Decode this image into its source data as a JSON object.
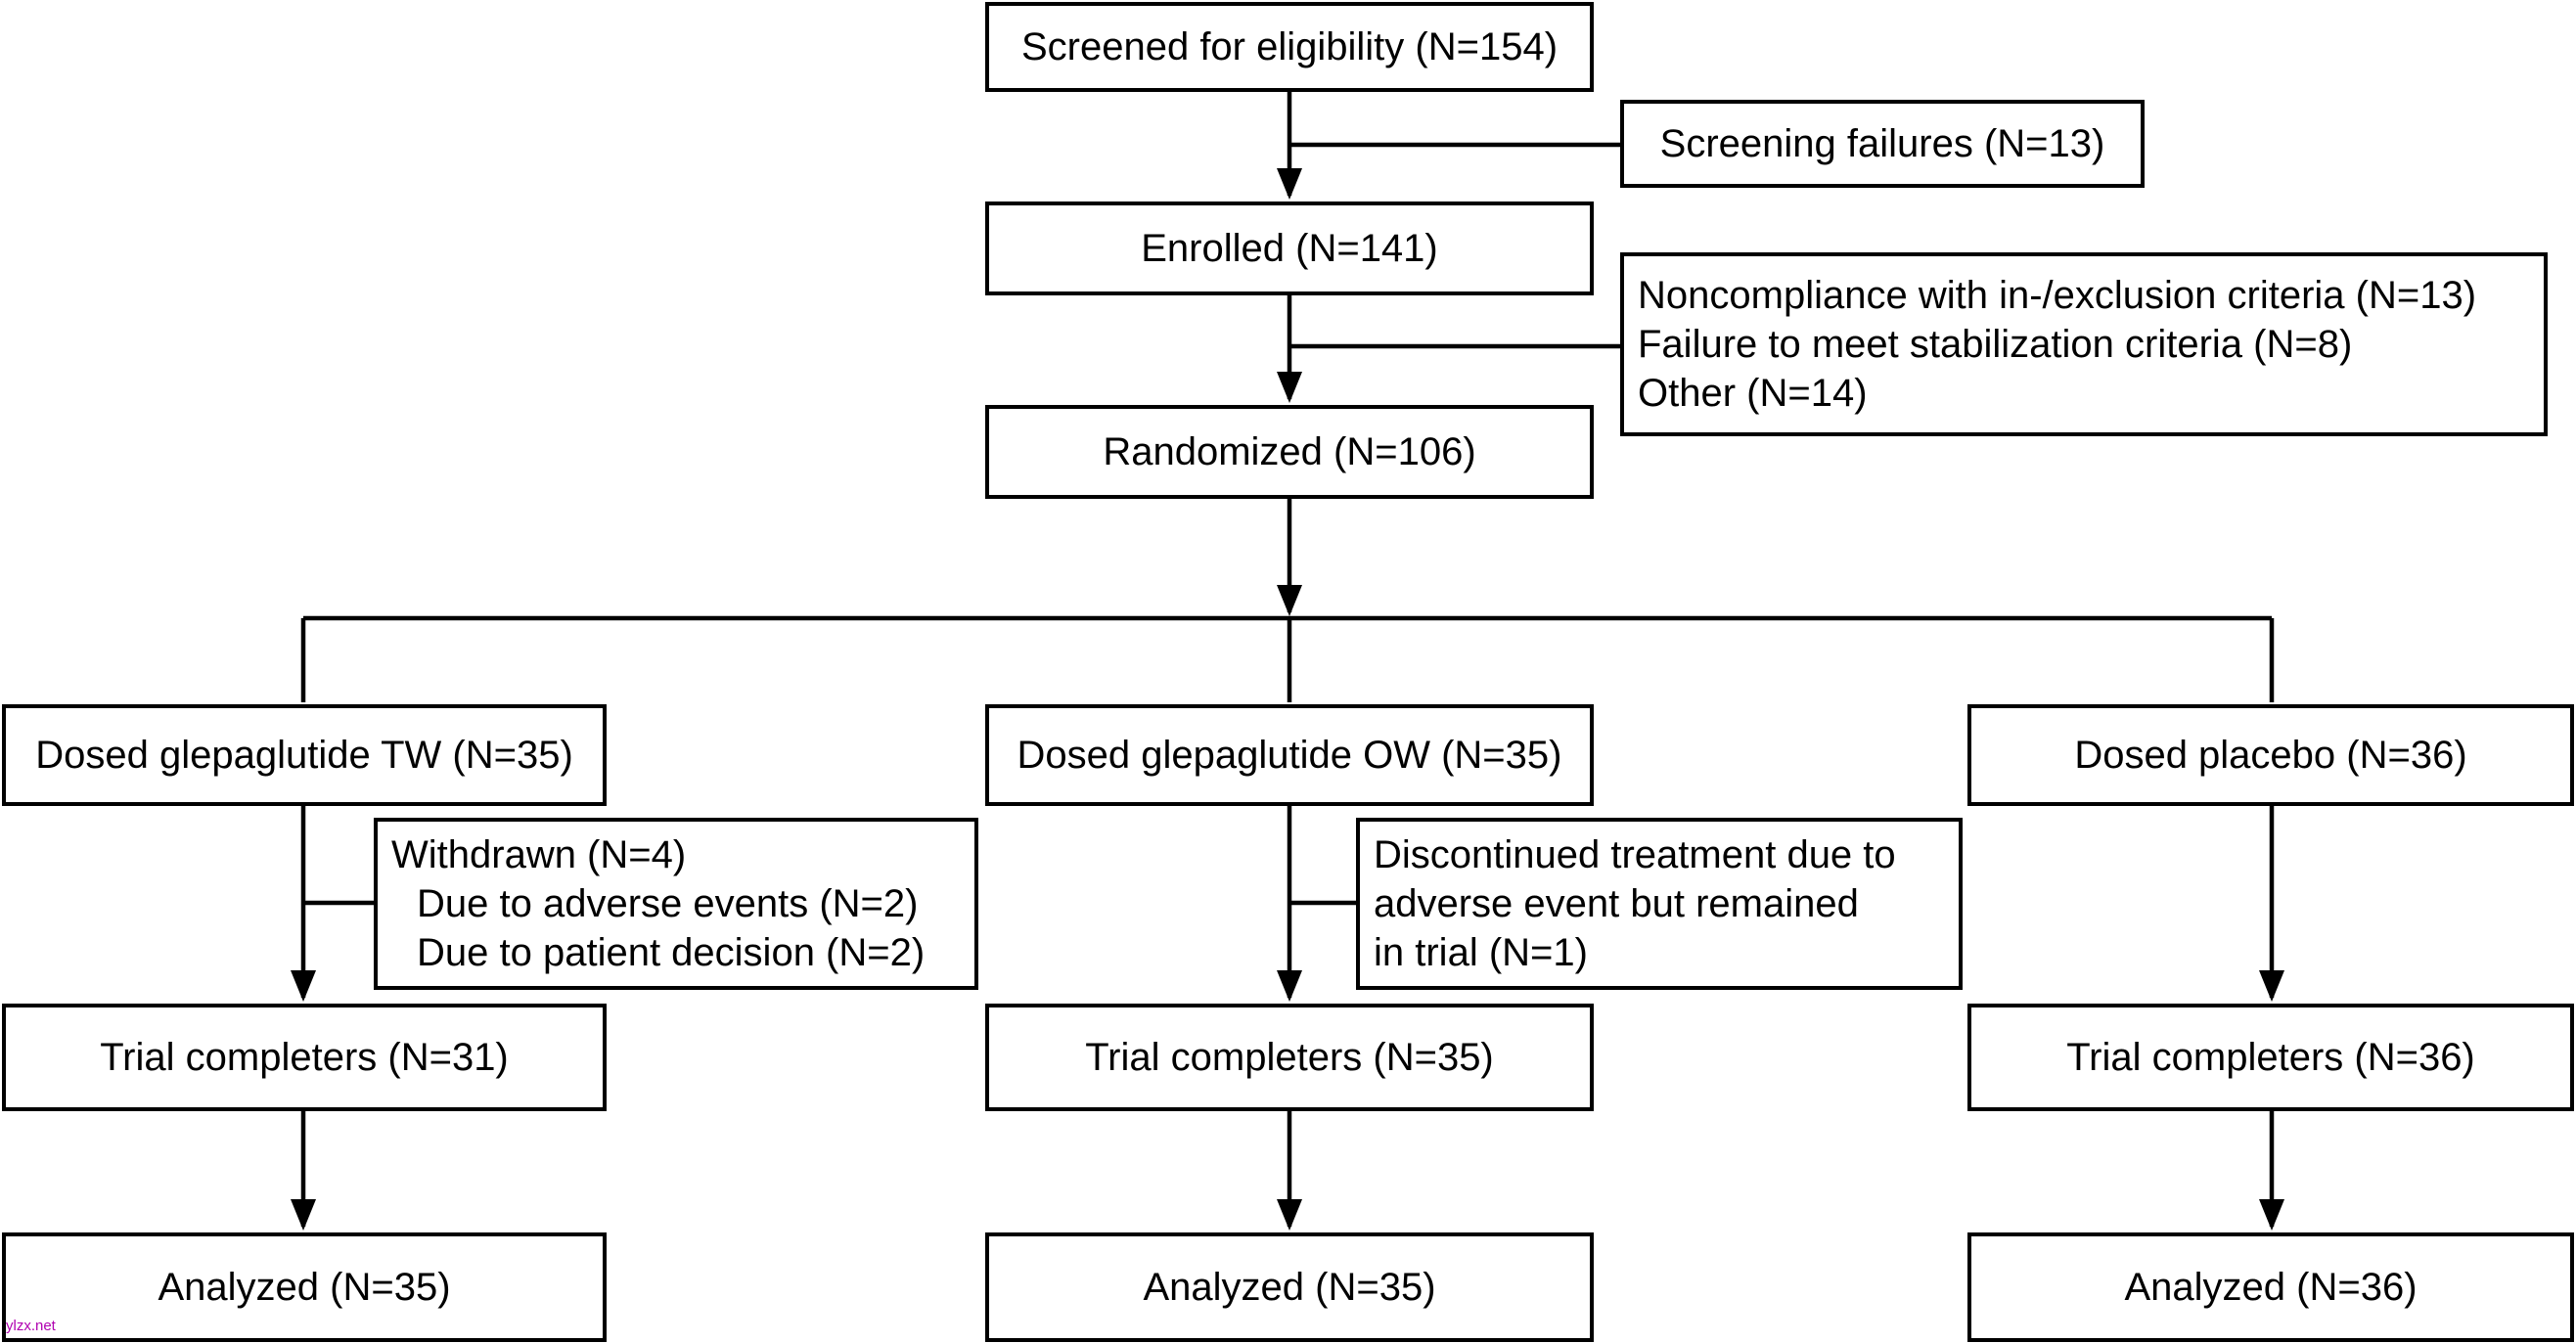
{
  "boxes": {
    "screened": "Screened for eligibility (N=154)",
    "screen_fail": "Screening failures (N=13)",
    "enrolled": "Enrolled (N=141)",
    "excluded": [
      "Noncompliance with in-/exclusion criteria (N=13)",
      "Failure to meet stabilization criteria (N=8)",
      "Other (N=14)"
    ],
    "randomized": "Randomized (N=106)",
    "arm_tw": "Dosed glepaglutide TW (N=35)",
    "arm_ow": "Dosed glepaglutide OW (N=35)",
    "arm_pl": "Dosed placebo (N=36)",
    "withdrawn": [
      "Withdrawn (N=4)",
      "Due to adverse events (N=2)",
      "Due to patient decision (N=2)"
    ],
    "discontinued": [
      "Discontinued treatment due to",
      "adverse event but remained",
      "in trial (N=1)"
    ],
    "complete_tw": "Trial completers (N=31)",
    "complete_ow": "Trial completers (N=35)",
    "complete_pl": "Trial completers (N=36)",
    "analyzed_tw": "Analyzed (N=35)",
    "analyzed_ow": "Analyzed (N=35)",
    "analyzed_pl": "Analyzed (N=36)"
  },
  "watermark": "ylzx.net"
}
